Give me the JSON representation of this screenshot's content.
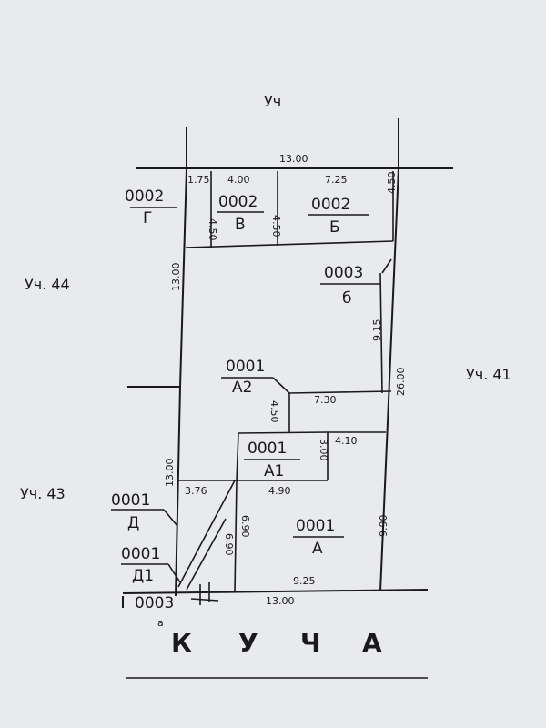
{
  "neighbors": {
    "top": "Уч",
    "left_upper": "Уч. 44",
    "right": "Уч. 41",
    "left_lower": "Уч. 43"
  },
  "street": {
    "letters": [
      "К",
      "У",
      "Ч",
      "А"
    ],
    "point_a": "a"
  },
  "labels": {
    "g_num": "0002",
    "g_letter": "Г",
    "v_num": "0002",
    "v_letter": "В",
    "b_num": "0002",
    "b_letter": "Б",
    "b6_num": "0003",
    "b6_letter": "б",
    "a2_num": "0001",
    "a2_letter": "А2",
    "a1_num": "0001",
    "a1_letter": "А1",
    "a_num": "0001",
    "a_letter": "А",
    "d_num": "0001",
    "d_letter": "Д",
    "d1_num": "0001",
    "d1_letter": "Д1",
    "bottom_num": "0003"
  },
  "dimensions": {
    "top_width": "13.00",
    "g_width": "1.75",
    "v_width": "4.00",
    "b_width": "7.25",
    "v_left_h": "4.50",
    "v_right_h": "4.50",
    "b_right_h": "4.50",
    "left_upper_h": "13.00",
    "right_upper_h": "9.15",
    "right_total_h": "26.00",
    "a2_width": "7.30",
    "a2_step_h": "4.50",
    "a1_h": "3.00",
    "a1_width": "4.10",
    "left_lower_h": "13.00",
    "d_width": "3.76",
    "a1_bottom": "4.90",
    "d_h1": "6.90",
    "d_h2": "6.90",
    "a_right_h": "9.90",
    "a_bottom": "9.25",
    "bottom_width": "13.00"
  }
}
